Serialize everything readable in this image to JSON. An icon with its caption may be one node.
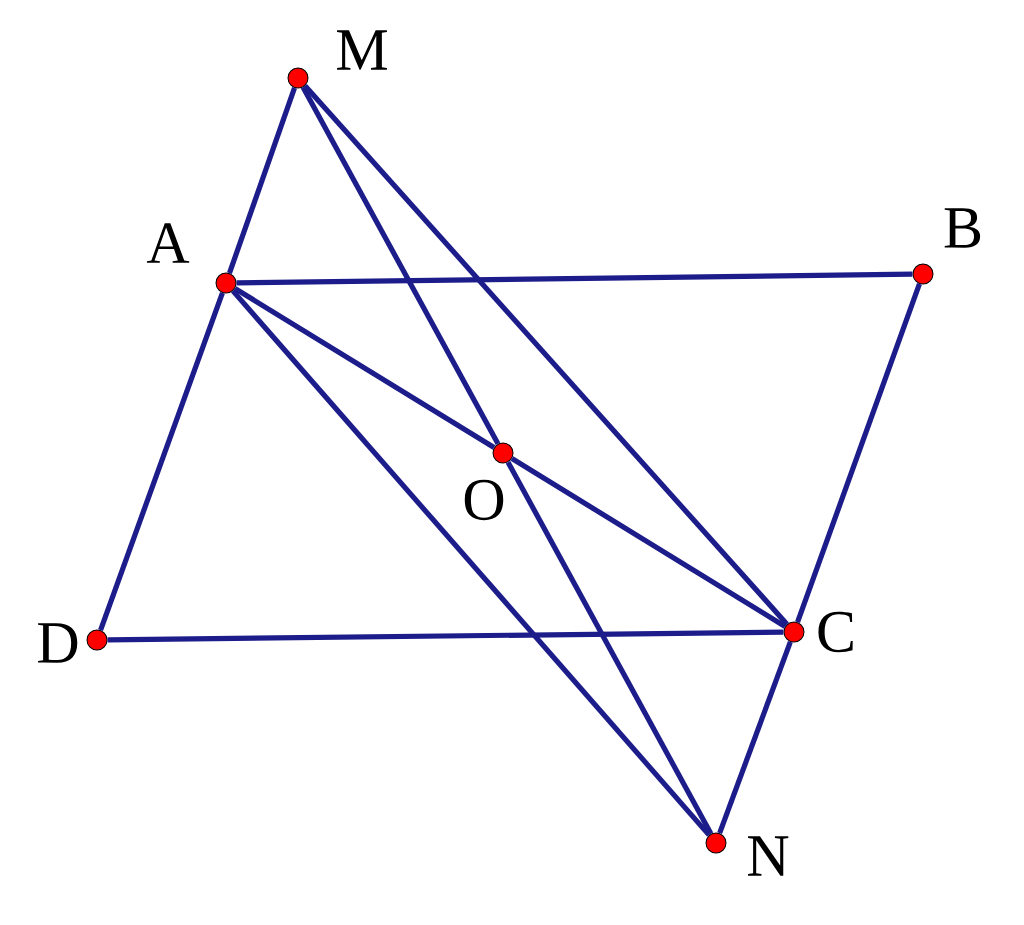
{
  "diagram": {
    "nodes": [
      {
        "text": [],
        "shape": "circle",
        "beside": [
          "M"
        ]
      },
      {
        "text": [],
        "shape": "circle",
        "beside": [
          "A"
        ]
      },
      {
        "text": [],
        "shape": "circle",
        "beside": [
          "B"
        ]
      },
      {
        "text": [],
        "shape": "circle",
        "beside": [
          "O"
        ]
      },
      {
        "text": [],
        "shape": "circle",
        "beside": [
          "D"
        ]
      },
      {
        "text": [],
        "shape": "circle",
        "beside": [
          "C"
        ]
      },
      {
        "text": [],
        "shape": "circle",
        "beside": [
          "N"
        ]
      }
    ],
    "edges": [
      {
        "from": 0,
        "to": 1,
        "arrow": "none"
      },
      {
        "from": 1,
        "to": 4,
        "arrow": "none"
      },
      {
        "from": 1,
        "to": 2,
        "arrow": "none"
      },
      {
        "from": 2,
        "to": 5,
        "arrow": "none"
      },
      {
        "from": 5,
        "to": 6,
        "arrow": "none"
      },
      {
        "from": 4,
        "to": 5,
        "arrow": "none"
      },
      {
        "from": 0,
        "to": 3,
        "arrow": "none"
      },
      {
        "from": 3,
        "to": 6,
        "arrow": "none"
      },
      {
        "from": 0,
        "to": 5,
        "arrow": "none"
      },
      {
        "from": 1,
        "to": 3,
        "arrow": "none"
      },
      {
        "from": 3,
        "to": 5,
        "arrow": "none"
      },
      {
        "from": 1,
        "to": 6,
        "arrow": "none"
      }
    ]
  }
}
